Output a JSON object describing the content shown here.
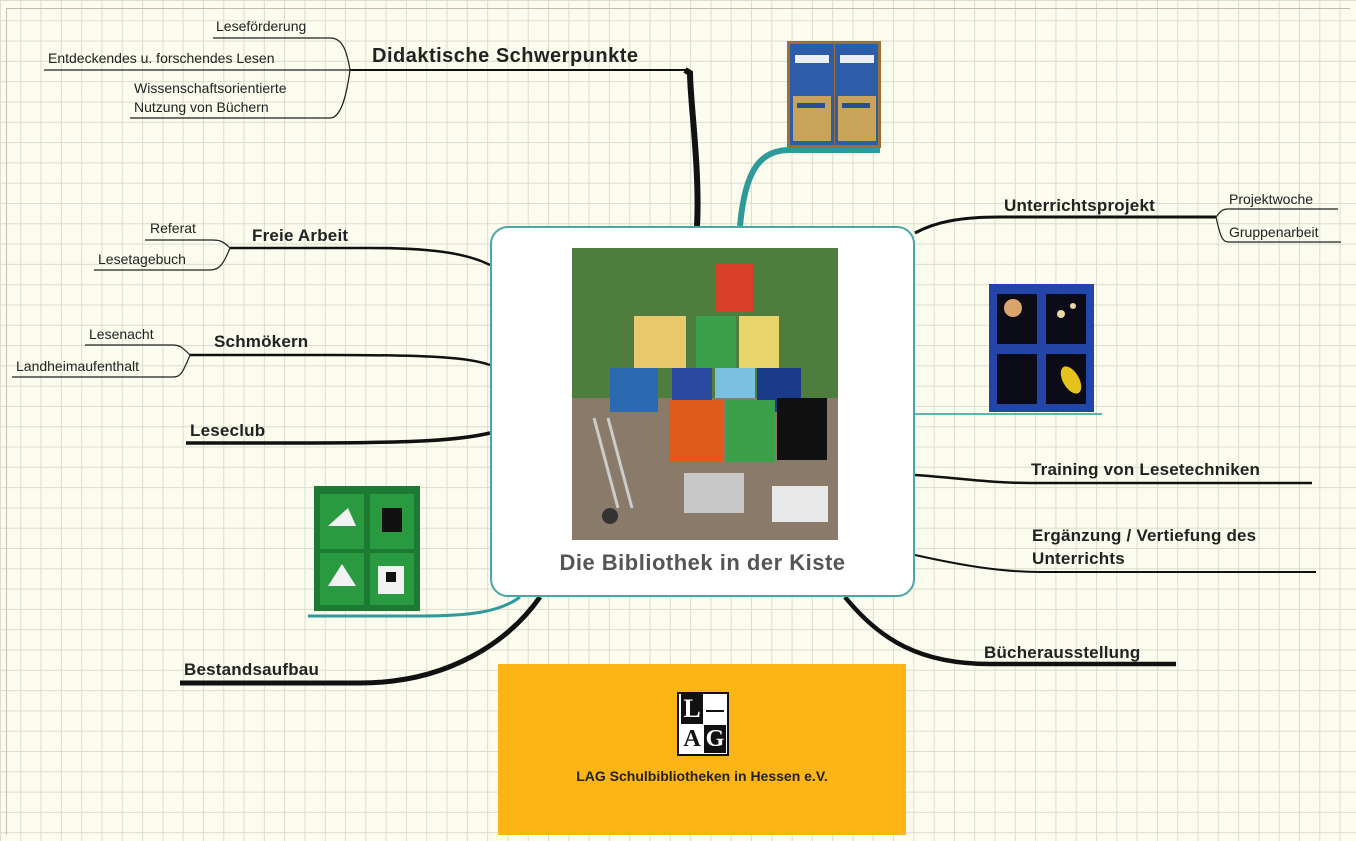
{
  "center": {
    "title": "Die Bibliothek in der Kiste",
    "image": "library-boxes-photo"
  },
  "branches": {
    "didaktik": {
      "label": "Didaktische Schwerpunkte",
      "items": [
        "Leseförderung",
        "Entdeckendes u. forschendes Lesen",
        "Wissenschaftsorientierte",
        "Nutzung von Büchern"
      ]
    },
    "freie_arbeit": {
      "label": "Freie Arbeit",
      "items": [
        "Referat",
        "Lesetagebuch"
      ]
    },
    "schmoekern": {
      "label": "Schmökern",
      "items": [
        "Lesenacht",
        "Landheimaufenthalt"
      ]
    },
    "leseclub": {
      "label": "Leseclub"
    },
    "bestandsaufbau": {
      "label": "Bestandsaufbau"
    },
    "unterrichtsprojekt": {
      "label": "Unterrichtsprojekt",
      "items": [
        "Projektwoche",
        "Gruppenarbeit"
      ]
    },
    "training": {
      "label": "Training von Lesetechniken"
    },
    "ergaenzung": {
      "label_line1": "Ergänzung / Vertiefung des",
      "label_line2": "Unterrichts"
    },
    "buecherausstellung": {
      "label": "Bücherausstellung"
    }
  },
  "images": [
    "cabinet-doors-photo",
    "blue-cabinet-photo",
    "green-cabinet-photo"
  ],
  "logo": {
    "letters": [
      "L",
      "A",
      "G"
    ],
    "caption": "LAG Schulbibliotheken in Hessen e.V."
  },
  "colors": {
    "branch_line": "#111111",
    "accent_line": "#2f9a9a",
    "logo_bg": "#fdb515",
    "center_border": "#4aa6a6"
  }
}
